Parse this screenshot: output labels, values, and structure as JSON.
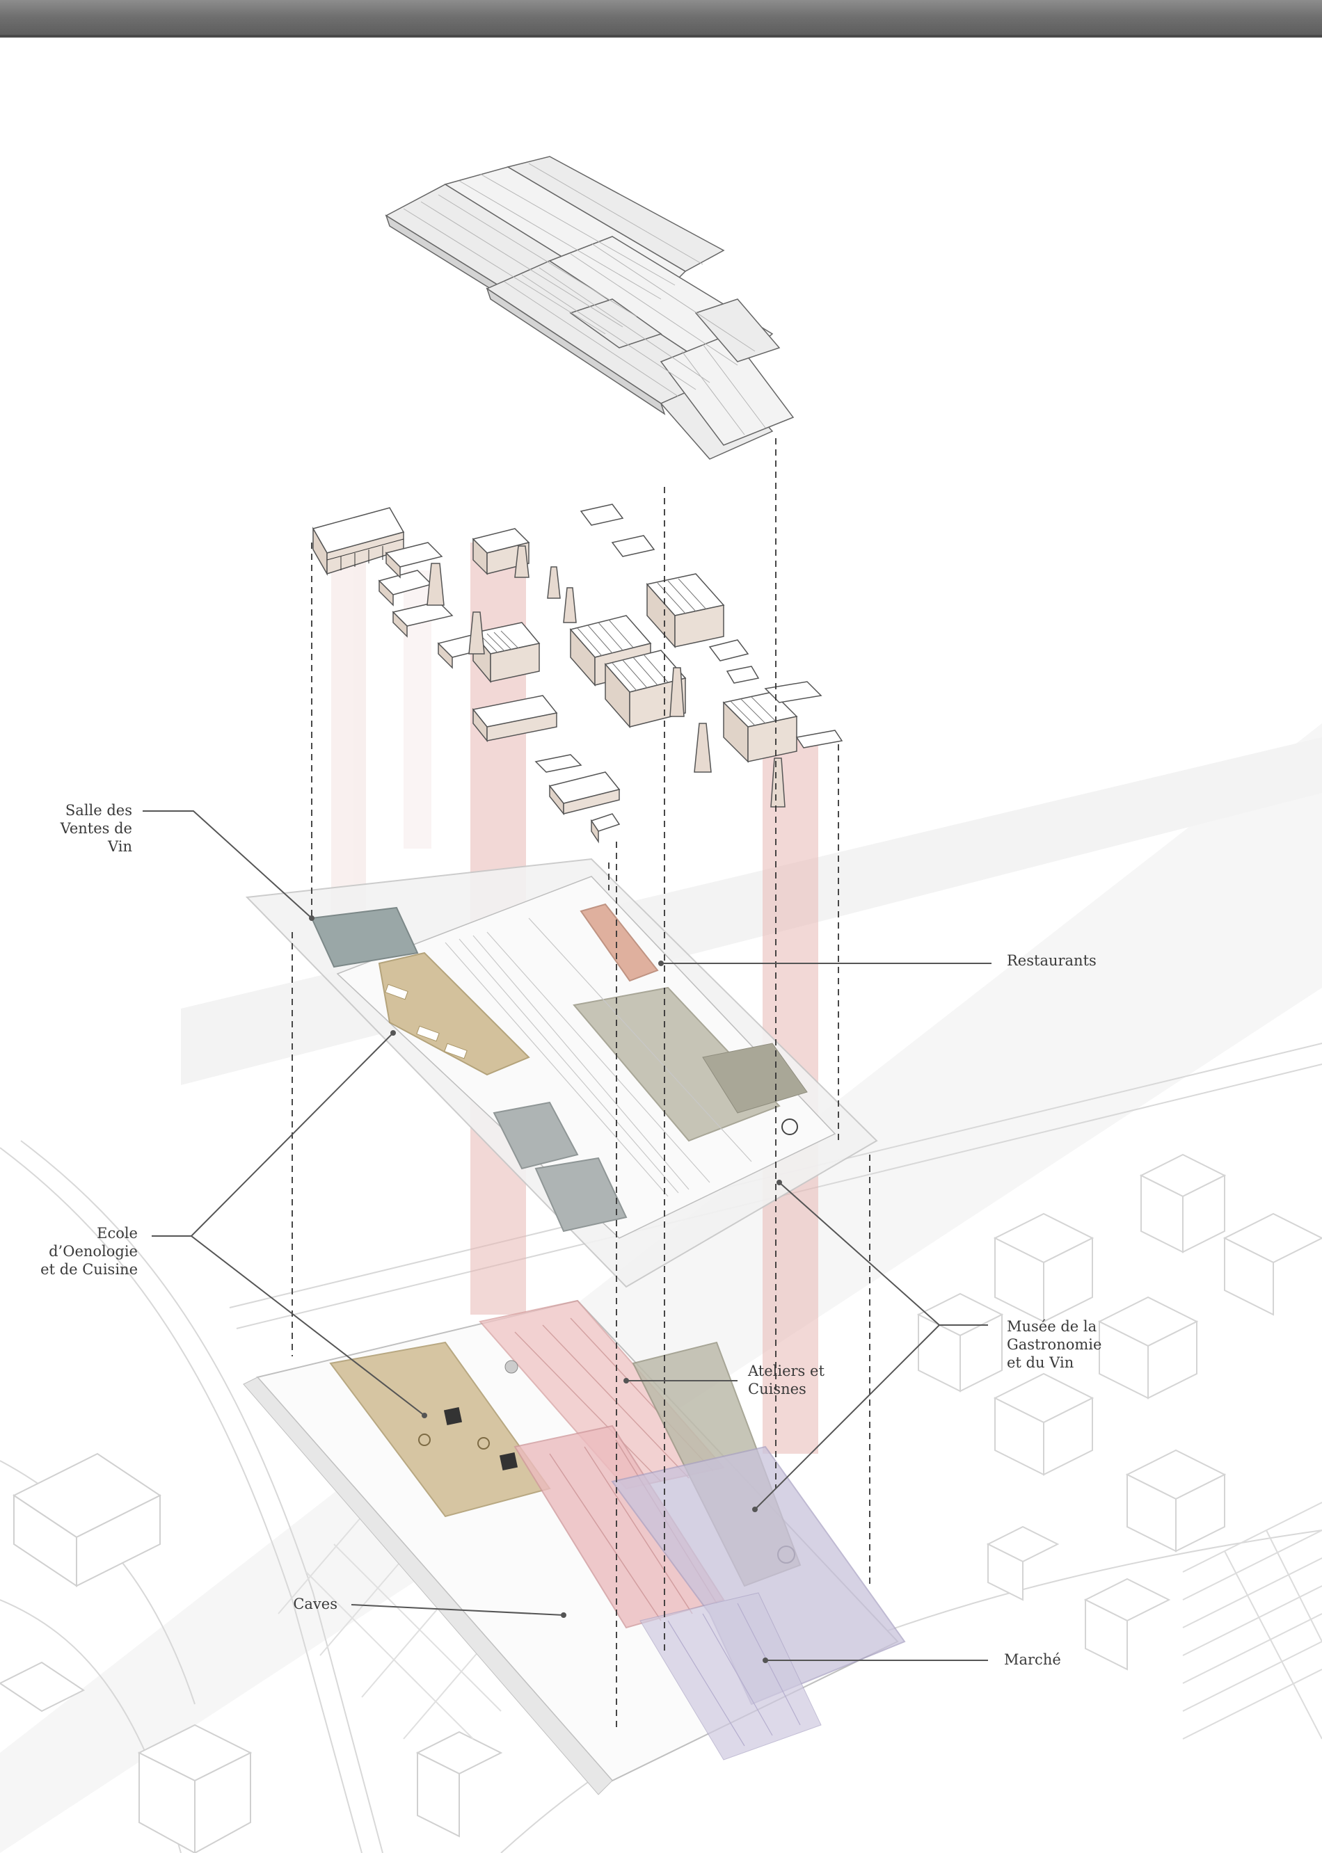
{
  "labels": {
    "salle_ventes": "Salle des\nVentes de\nVin",
    "restaurants": "Restaurants",
    "ecole": "Ecole\nd’Oenologie\net de Cuisine",
    "musee": "Musée de la\nGastronomie\net du Vin",
    "ateliers": "Ateliers et\nCuisnes",
    "caves": "Caves",
    "marche": "Marché"
  },
  "colors": {
    "leader_line": "#555555",
    "salle_ventes_zone": "#9aa7a7",
    "restaurants_zone": "#dba48f",
    "ecole_zone": "#cdb88c",
    "musee_zone": "#b9b7a8",
    "ateliers_zone": "#efc3c3",
    "caves_zone": "#ecbcbf",
    "marche_zone": "#c9c3dc",
    "column_shaft": "#f2d6d4"
  }
}
